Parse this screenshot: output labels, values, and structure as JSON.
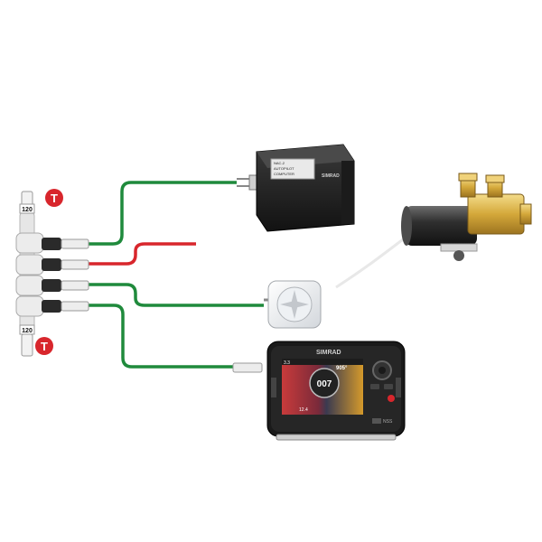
{
  "colors": {
    "background": "#ffffff",
    "cable_green": "#1f8a3c",
    "cable_red": "#d8262c",
    "terminator_badge": "#d8262c",
    "backbone": "#e6e6e6"
  },
  "backbone": {
    "terminator_top": {
      "badge": "T",
      "rating": "120"
    },
    "terminator_bottom": {
      "badge": "T",
      "rating": "120"
    }
  },
  "devices": {
    "control_unit": {
      "label_lines": [
        "NAC-2",
        "AUTOPILOT",
        "COMPUTER"
      ],
      "logo": "SIMRAD"
    },
    "plotter": {
      "brand": "SIMRAD",
      "model": "NSS",
      "screen": {
        "top_left": "3.3",
        "heading": "905°",
        "course": "007",
        "depth": "12.4"
      }
    }
  }
}
